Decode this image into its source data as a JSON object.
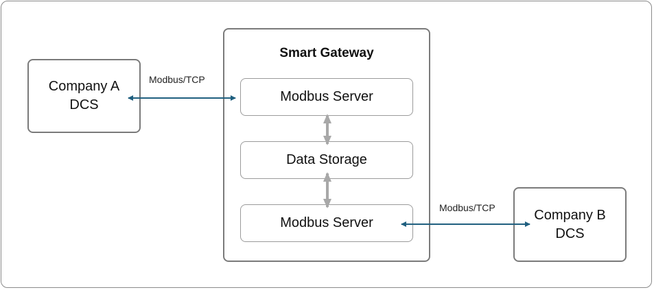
{
  "gateway": {
    "title": "Smart Gateway",
    "modules": {
      "top": "Modbus Server",
      "middle": "Data Storage",
      "bottom": "Modbus Server"
    }
  },
  "company_a": {
    "line1": "Company A",
    "line2": "DCS"
  },
  "company_b": {
    "line1": "Company B",
    "line2": "DCS"
  },
  "links": {
    "a_protocol": "Modbus/TCP",
    "b_protocol": "Modbus/TCP"
  },
  "colors": {
    "link_arrow": "#1f5f7f",
    "internal_arrow": "#a8a8a8",
    "border": "#7a7a7a"
  }
}
